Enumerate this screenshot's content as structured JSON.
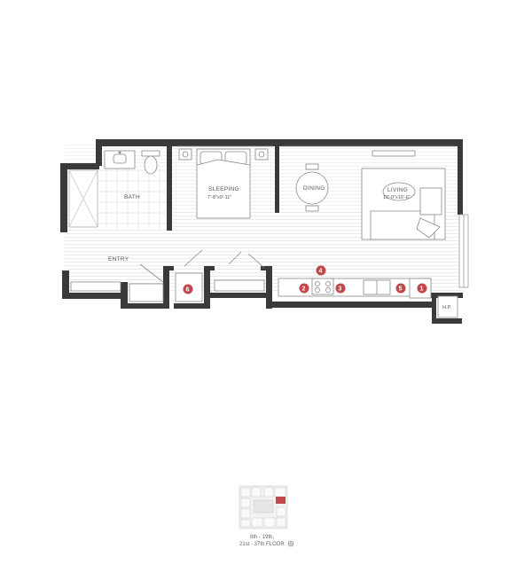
{
  "rooms": {
    "bath": "BATH",
    "sleeping": "SLEEPING",
    "sleeping_dim": "7'-8\"x9'-11\"",
    "dining": "DINING",
    "living": "LIVING",
    "living_dim": "12'-0\"x16'-6\"",
    "entry": "ENTRY",
    "hp": "H.P."
  },
  "markers": [
    "1",
    "2",
    "3",
    "4",
    "5",
    "6"
  ],
  "key_plan": {
    "floors_line1": "8th - 19th,",
    "floors_line2": "21st - 37th FLOOR"
  },
  "colors": {
    "wall": "#3a3a3a",
    "marker": "#c0474c",
    "floor_lines": "#e4e4e4",
    "highlight_unit": "#c0474c"
  }
}
